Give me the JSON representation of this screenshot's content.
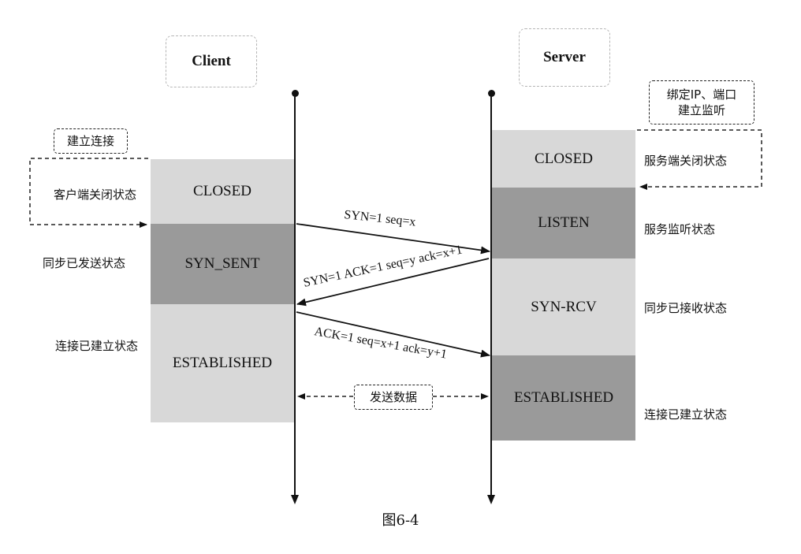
{
  "client": {
    "title": "Client",
    "connect_note": "建立连接",
    "states": [
      "CLOSED",
      "SYN_SENT",
      "ESTABLISHED"
    ],
    "state_labels": [
      "客户端关闭状态",
      "同步已发送状态",
      "连接已建立状态"
    ]
  },
  "server": {
    "title": "Server",
    "bind_note_line1": "绑定IP、端口",
    "bind_note_line2": "建立监听",
    "states": [
      "CLOSED",
      "LISTEN",
      "SYN-RCV",
      "ESTABLISHED"
    ],
    "state_labels": [
      "服务端关闭状态",
      "服务监听状态",
      "同步已接收状态",
      "连接已建立状态"
    ]
  },
  "messages": {
    "syn": "SYN=1 seq=x",
    "syn_ack": "SYN=1 ACK=1 seq=y ack=x+1",
    "ack": "ACK=1 seq=x+1  ack=y+1",
    "data": "发送数据"
  },
  "caption": "图6-4"
}
